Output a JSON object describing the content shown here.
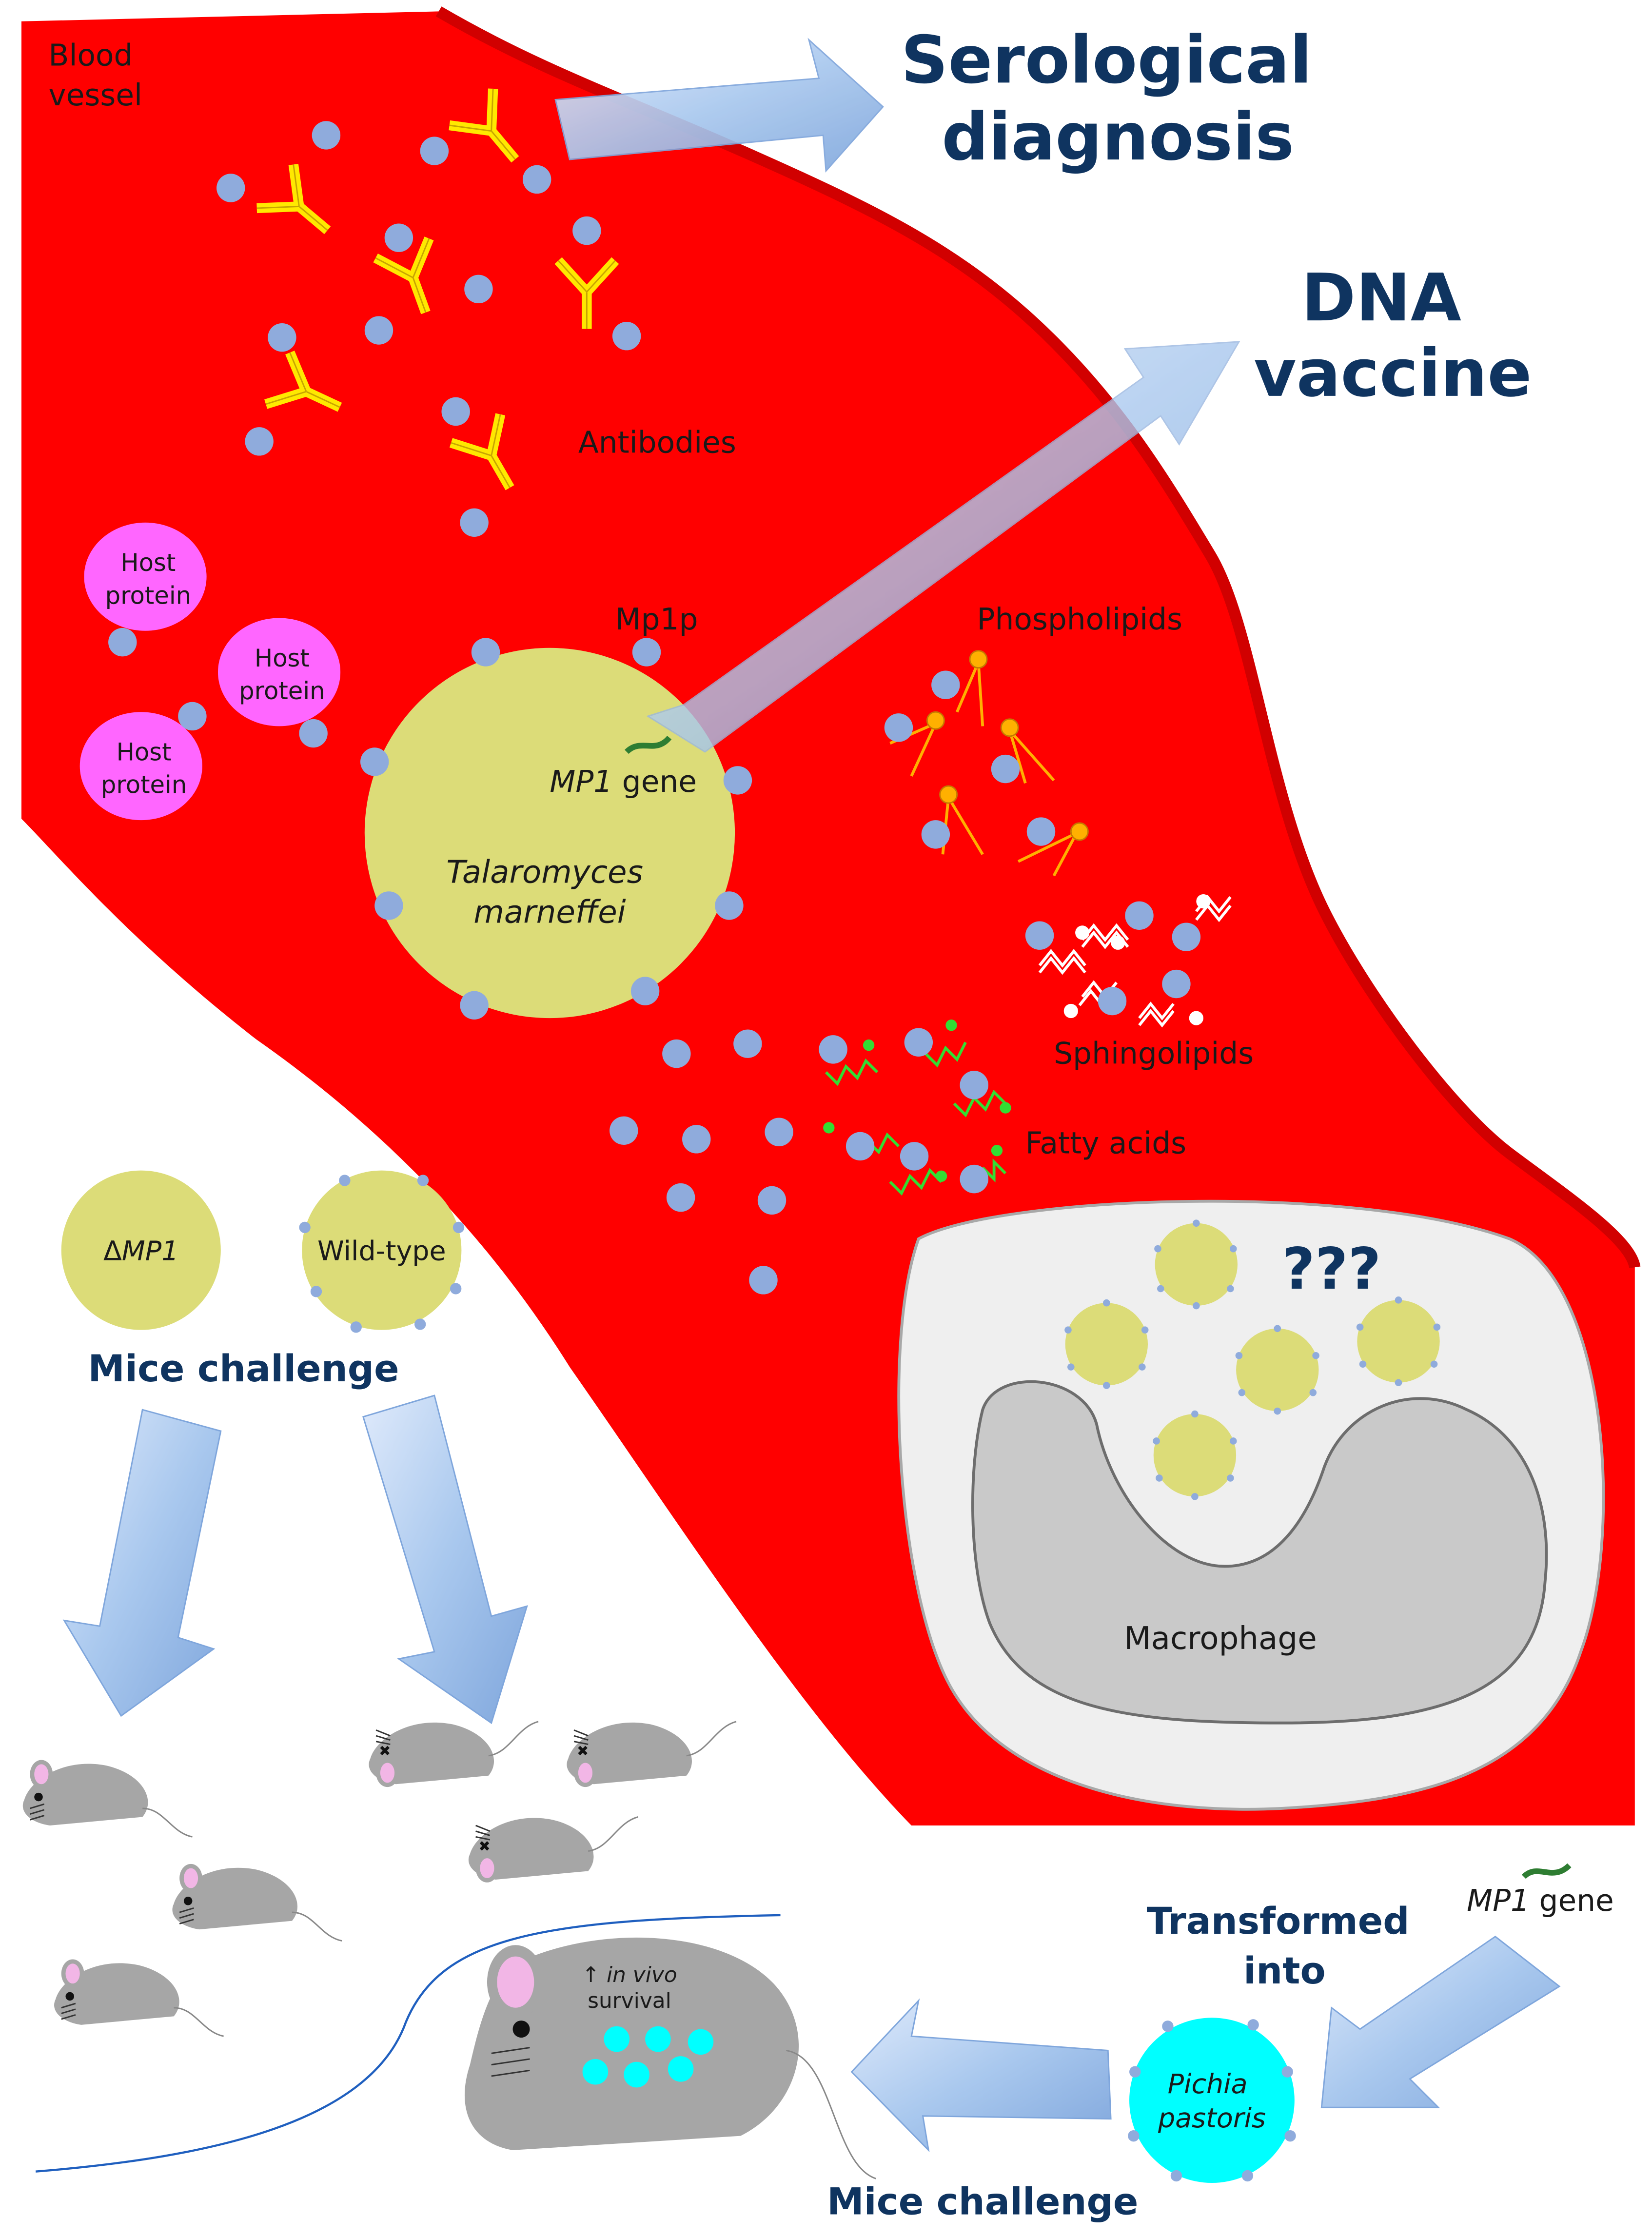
{
  "labels": {
    "blood_vessel_line1": "Blood",
    "blood_vessel_line2": "vessel",
    "serological_line1": "Serological",
    "serological_line2": "diagnosis",
    "dna_line1": "DNA",
    "dna_line2": "vaccine",
    "antibodies": "Antibodies",
    "mp1p": "Mp1p",
    "phospholipids": "Phospholipids",
    "host_protein_line1": "Host",
    "host_protein_line2": "protein",
    "mp1_gene_italic": "MP1",
    "mp1_gene_suffix": " gene",
    "talaromyces_line1": "Talaromyces",
    "talaromyces_line2": "marneffei",
    "sphingolipids": "Sphingolipids",
    "fatty_acids": "Fatty acids",
    "question_marks": "???",
    "macrophage": "Macrophage",
    "delta_prefix": "Δ",
    "delta_italic": "MP1",
    "wild_type": "Wild-type",
    "mice_challenge": "Mice challenge",
    "transformed_line1": "Transformed",
    "transformed_line2": "into",
    "pichia_line1": "Pichia",
    "pichia_line2": "pastoris",
    "survival_line1_prefix": "↑ ",
    "survival_line1_italic": "in vivo",
    "survival_line2": "survival"
  },
  "colors": {
    "blood": "#ff0000",
    "fungus": "#dcdc78",
    "mp1p_dot": "#8fabdc",
    "antibody": "#ffe800",
    "host_protein": "#ff66ff",
    "pichia": "#00ffff",
    "mouse": "#a6a6a6",
    "title": "#0f3460",
    "arrow": "#a9c8ee"
  }
}
